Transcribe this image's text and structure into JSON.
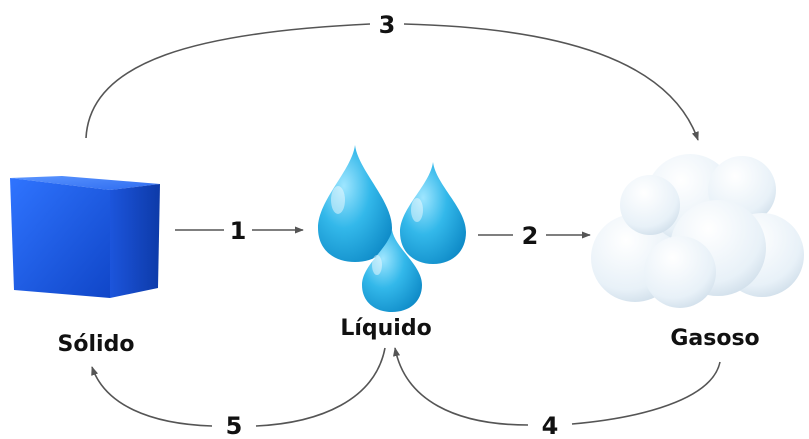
{
  "states": {
    "solid": "Sólido",
    "liquid": "Líquido",
    "gas": "Gasoso"
  },
  "transitions": {
    "solid_to_liquid": "1",
    "liquid_to_gas": "2",
    "solid_to_gas": "3",
    "gas_to_liquid": "4",
    "liquid_to_solid": "5"
  },
  "colors": {
    "cube": "#1f5ee8",
    "droplet": "#2bb3e6",
    "cloud": "#eef4fa",
    "arrow": "#555555"
  },
  "icons": {
    "solid": "ice-cube-icon",
    "liquid": "water-droplets-icon",
    "gas": "cloud-icon"
  }
}
